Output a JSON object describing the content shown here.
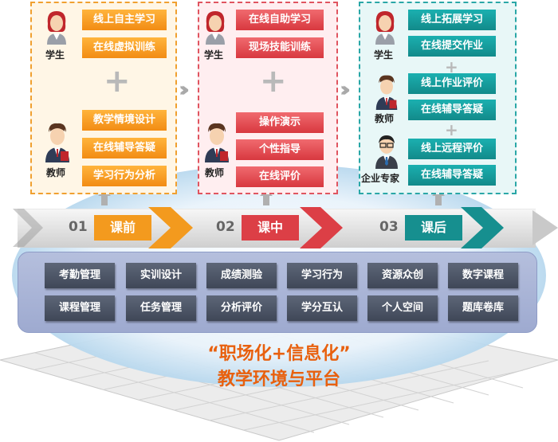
{
  "before": {
    "student_label": "学生",
    "student_items": [
      "线上自主学习",
      "在线虚拟训练"
    ],
    "teacher_label": "教师",
    "teacher_items": [
      "教学情境设计",
      "在线辅导答疑",
      "学习行为分析"
    ],
    "color": "#f39a1e"
  },
  "during": {
    "student_label": "学生",
    "student_items": [
      "在线自助学习",
      "现场技能训练"
    ],
    "teacher_label": "教师",
    "teacher_items": [
      "操作演示",
      "个性指导",
      "在线评价"
    ],
    "color": "#dc3f46"
  },
  "after": {
    "student_label": "学生",
    "student_items": [
      "线上拓展学习",
      "在线提交作业"
    ],
    "teacher_label": "教师",
    "teacher_items": [
      "线上作业评价",
      "在线辅导答疑"
    ],
    "expert_label": "企业专家",
    "expert_items": [
      "线上远程评价",
      "在线辅导答疑"
    ],
    "color": "#168f8f"
  },
  "stages": [
    {
      "num": "01",
      "label": "课前"
    },
    {
      "num": "02",
      "label": "课中"
    },
    {
      "num": "03",
      "label": "课后"
    }
  ],
  "platform_tiles": [
    "考勤管理",
    "实训设计",
    "成绩测验",
    "学习行为",
    "资源众创",
    "数字课程",
    "课程管理",
    "任务管理",
    "分析评价",
    "学分互认",
    "个人空间",
    "题库卷库"
  ],
  "slogan": {
    "line1": "“职场化+信息化”",
    "line2": "教学环境与平台"
  },
  "icons": [
    "student-avatar-icon",
    "teacher-avatar-icon",
    "expert-avatar-icon",
    "plus-icon",
    "chevron-arrow-icon"
  ]
}
